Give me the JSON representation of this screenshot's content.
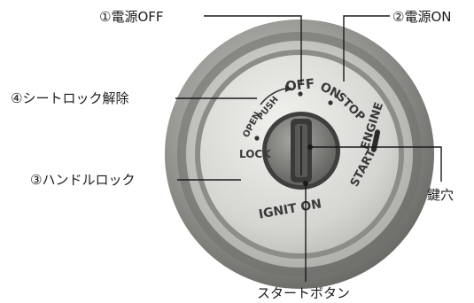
{
  "callouts": {
    "power_off": "①電源OFF",
    "power_on": "②電源ON",
    "handle_lock": "③ハンドルロック",
    "seat_lock_release": "④シートロック解除",
    "keyhole": "鍵穴",
    "start_button": "スタートボタン"
  },
  "dial": {
    "off": "OFF",
    "on": "ON",
    "stop": "STOP",
    "engine": "ENGINE",
    "start": "START",
    "open": "OPEN",
    "push": "PUSH",
    "lock": "LOCK",
    "ignit_on": "IGNIT ON"
  },
  "colors": {
    "leader_line": "#1a1a1a",
    "dial_face": "#d9d9d4",
    "outer_ring": "#8a8a86"
  }
}
